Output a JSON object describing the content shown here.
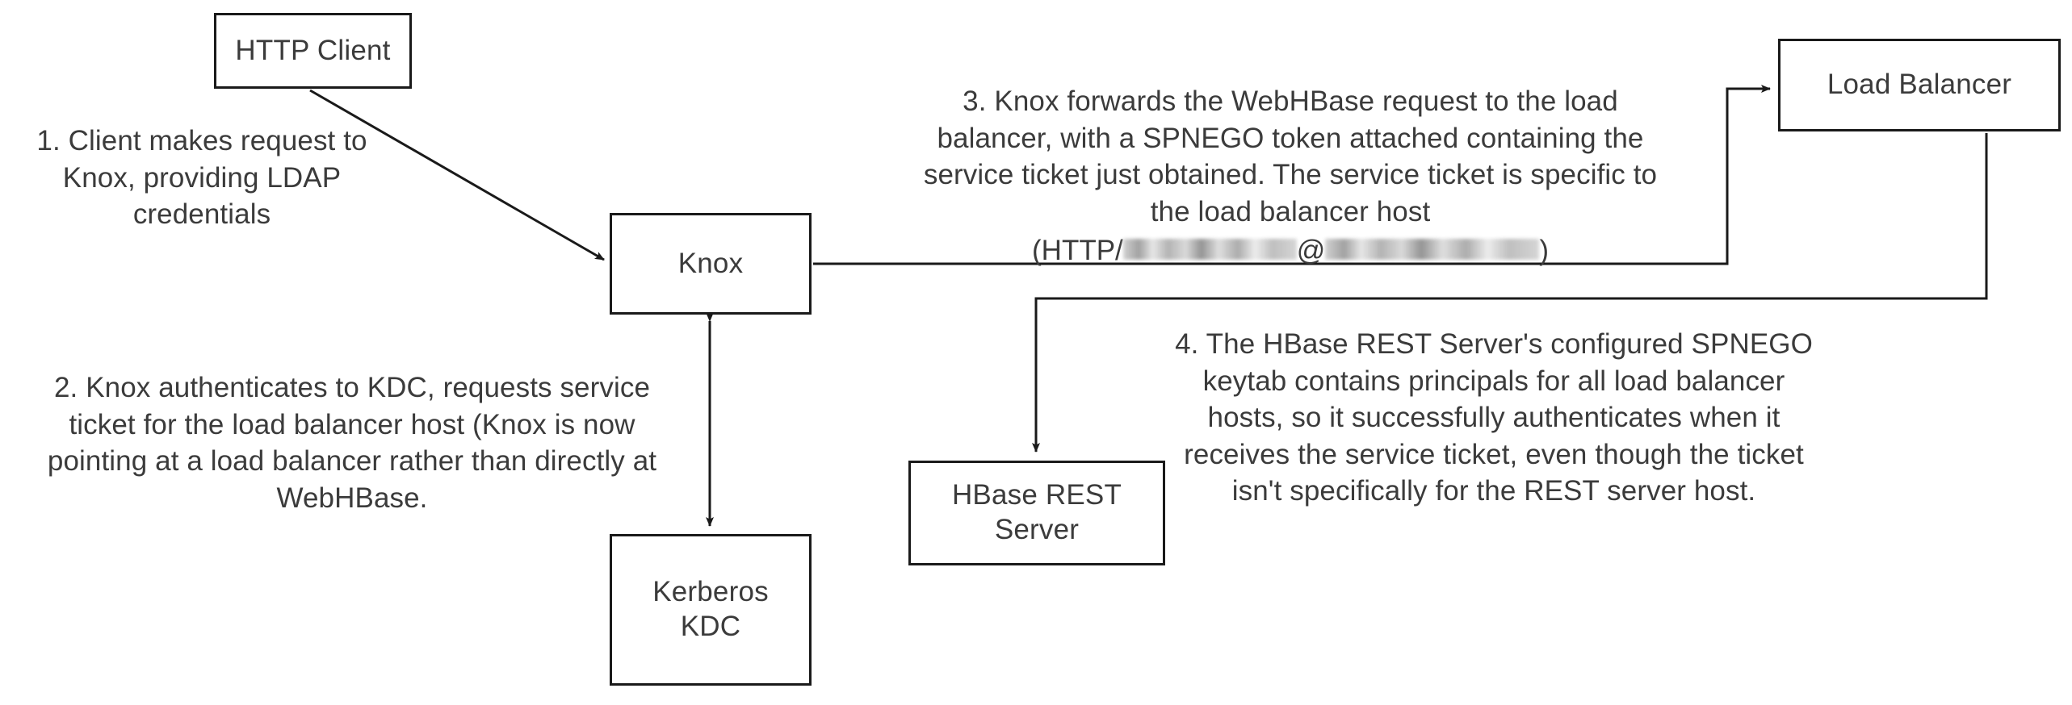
{
  "diagram": {
    "title": "Knox / Load Balancer SPNEGO authentication flow",
    "background_color": "#ffffff",
    "line_color": "#1a1a1a",
    "text_color": "#3b3b3b",
    "nodes": [
      {
        "id": "http-client",
        "label": "HTTP Client"
      },
      {
        "id": "knox",
        "label": "Knox"
      },
      {
        "id": "kerberos-kdc",
        "label": "Kerberos\nKDC"
      },
      {
        "id": "hbase-rest",
        "label": "HBase REST\nServer"
      },
      {
        "id": "load-balancer",
        "label": "Load Balancer"
      }
    ],
    "notes": [
      {
        "id": "step-1",
        "text": "1. Client makes request to\nKnox, providing LDAP\ncredentials"
      },
      {
        "id": "step-2",
        "text": "2. Knox authenticates to KDC, requests service\nticket for the load balancer host (Knox is now\npointing at a load balancer rather than directly at\nWebHBase."
      },
      {
        "id": "step-3",
        "text": "3. Knox forwards the WebHBase request to the load\nbalancer, with a SPNEGO token attached containing the\nservice ticket just obtained.  The service ticket is specific to\nthe load balancer host",
        "redacted_line_prefix": "(HTTP/",
        "redacted_line_separator": "@",
        "redacted_line_suffix": ")"
      },
      {
        "id": "step-4",
        "text": "4. The HBase REST Server's configured SPNEGO\nkeytab contains principals for all load balancer\nhosts, so it successfully authenticates when it\nreceives the service ticket, even though the ticket\nisn't specifically for the REST server host."
      }
    ],
    "connectors": [
      {
        "id": "client-to-knox",
        "from": "http-client",
        "to": "knox",
        "style": "diagonal-arrow"
      },
      {
        "id": "knox-to-kdc",
        "from": "knox",
        "to": "kerberos-kdc",
        "style": "vertical-double-arrow"
      },
      {
        "id": "knox-to-load-balancer",
        "from": "knox",
        "to": "load-balancer",
        "style": "orthogonal-arrow"
      },
      {
        "id": "load-balancer-to-hbase",
        "from": "load-balancer",
        "to": "hbase-rest",
        "style": "orthogonal-arrow"
      }
    ]
  }
}
